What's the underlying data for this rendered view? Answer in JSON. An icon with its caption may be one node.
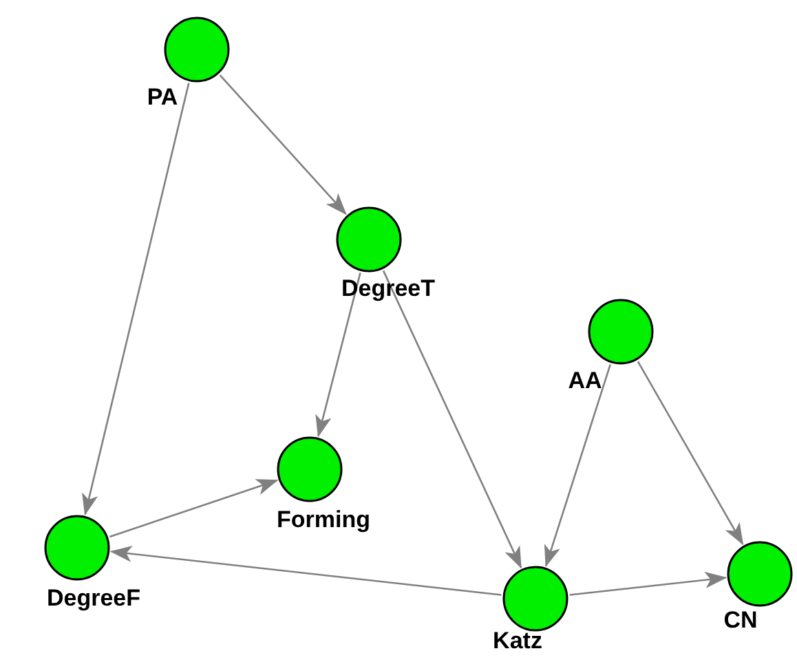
{
  "diagram": {
    "nodes": [
      {
        "text": [
          "PA"
        ]
      },
      {
        "text": [
          "DegreeT"
        ]
      },
      {
        "text": [
          "AA"
        ]
      },
      {
        "text": [
          "Forming"
        ]
      },
      {
        "text": [
          "DegreeF"
        ]
      },
      {
        "text": [
          "Katz"
        ]
      },
      {
        "text": [
          "CN"
        ]
      }
    ],
    "edges": [
      {
        "from": 0,
        "to": 1,
        "arrow": "to"
      },
      {
        "from": 0,
        "to": 4,
        "arrow": "to"
      },
      {
        "from": 1,
        "to": 3,
        "arrow": "to"
      },
      {
        "from": 1,
        "to": 5,
        "arrow": "to"
      },
      {
        "from": 2,
        "to": 5,
        "arrow": "to"
      },
      {
        "from": 2,
        "to": 6,
        "arrow": "to"
      },
      {
        "from": 4,
        "to": 3,
        "arrow": "to"
      },
      {
        "from": 5,
        "to": 4,
        "arrow": "to"
      },
      {
        "from": 5,
        "to": 6,
        "arrow": "to"
      }
    ]
  }
}
